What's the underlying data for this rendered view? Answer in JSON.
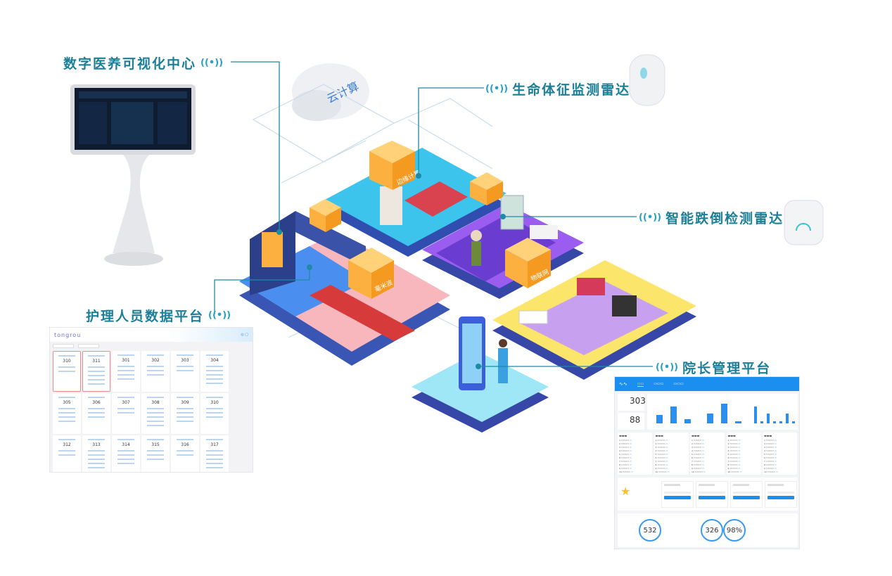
{
  "labels": {
    "visual_center": "数字医养可视化中心",
    "vital_radar": "生命体征监测雷达",
    "fall_radar": "智能跌倒检测雷达",
    "nurse_platform": "护理人员数据平台",
    "director_platform": "院长管理平台"
  },
  "scene": {
    "cloud": "云计算",
    "cube_edge": "边缘计算",
    "cube_mmwave": "毫米波",
    "cube_iot": "物联网"
  },
  "colors": {
    "label": "#1b7f98",
    "accent": "#1a8ff0",
    "cube": "#fbb040",
    "alert": "#f08a8a"
  },
  "nurse_dashboard": {
    "logo": "tongrou",
    "rooms": [
      "310",
      "311",
      "301",
      "302",
      "303",
      "304",
      "305",
      "306",
      "307",
      "308",
      "309",
      "310",
      "312",
      "313",
      "314",
      "315",
      "316",
      "317"
    ],
    "alert_rooms": [
      0,
      1
    ]
  },
  "director_dashboard": {
    "stat1": "303",
    "stat2": "88",
    "ring1": "532",
    "ring2": "326",
    "ring3": "98%",
    "bars_chart1": [
      35,
      70,
      18
    ],
    "bars_chart2": [
      40,
      80,
      10
    ],
    "bars_chart3": [
      70,
      10,
      40,
      10,
      10,
      40,
      10
    ]
  }
}
